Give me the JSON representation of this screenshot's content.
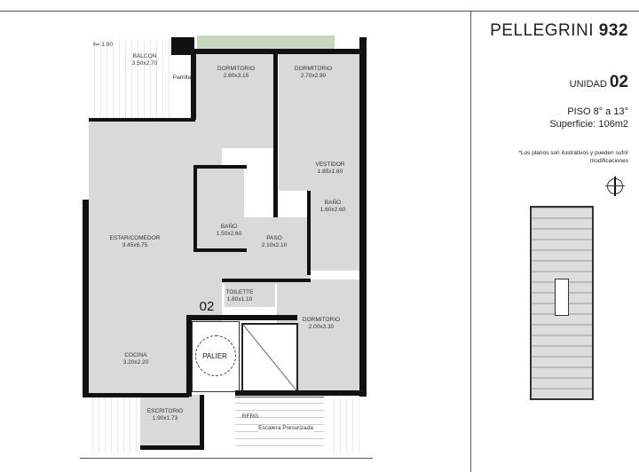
{
  "header": {
    "building": "PELLEGRINI",
    "number": "932",
    "unit_label": "UNIDAD",
    "unit_number": "02",
    "floors": "PISO 8° a 13°",
    "area": "Superficie: 106m2",
    "note_line1": "*Los planos son ilustrativos y pueden sufrir",
    "note_line2": "modificaciones"
  },
  "plan": {
    "unit_tag": "02",
    "railing_height": "h= 1.00",
    "parrilla": "Parrilla",
    "rooms": [
      {
        "name": "BALCON",
        "size": "3.50x2.70"
      },
      {
        "name": "DORMITORIO",
        "size": "2.60x3.15"
      },
      {
        "name": "DORMITORIO",
        "size": "2.70x2.90"
      },
      {
        "name": "VESTIDOR",
        "size": "1.85x1.60"
      },
      {
        "name": "BAÑO",
        "size": "1.60x2.60"
      },
      {
        "name": "BAÑO",
        "size": "1.50x2.60"
      },
      {
        "name": "ESTAR/COMEDOR",
        "size": "3.45x6.75"
      },
      {
        "name": "PASO",
        "size": "2.10x2.10"
      },
      {
        "name": "TOILETTE",
        "size": "1.60x1.10"
      },
      {
        "name": "DORMITORIO",
        "size": "2.00x3.30"
      },
      {
        "name": "COCINA",
        "size": "3.20x2.20"
      },
      {
        "name": "ESCRITORIO",
        "size": "1.90x1.73"
      }
    ],
    "palier": "PALIER",
    "stairs": "Escalera Presurizada",
    "refugio": "RFRG"
  },
  "colors": {
    "garden": "#c9d6bf",
    "room": "#d9d9d9",
    "wall": "#111111"
  }
}
